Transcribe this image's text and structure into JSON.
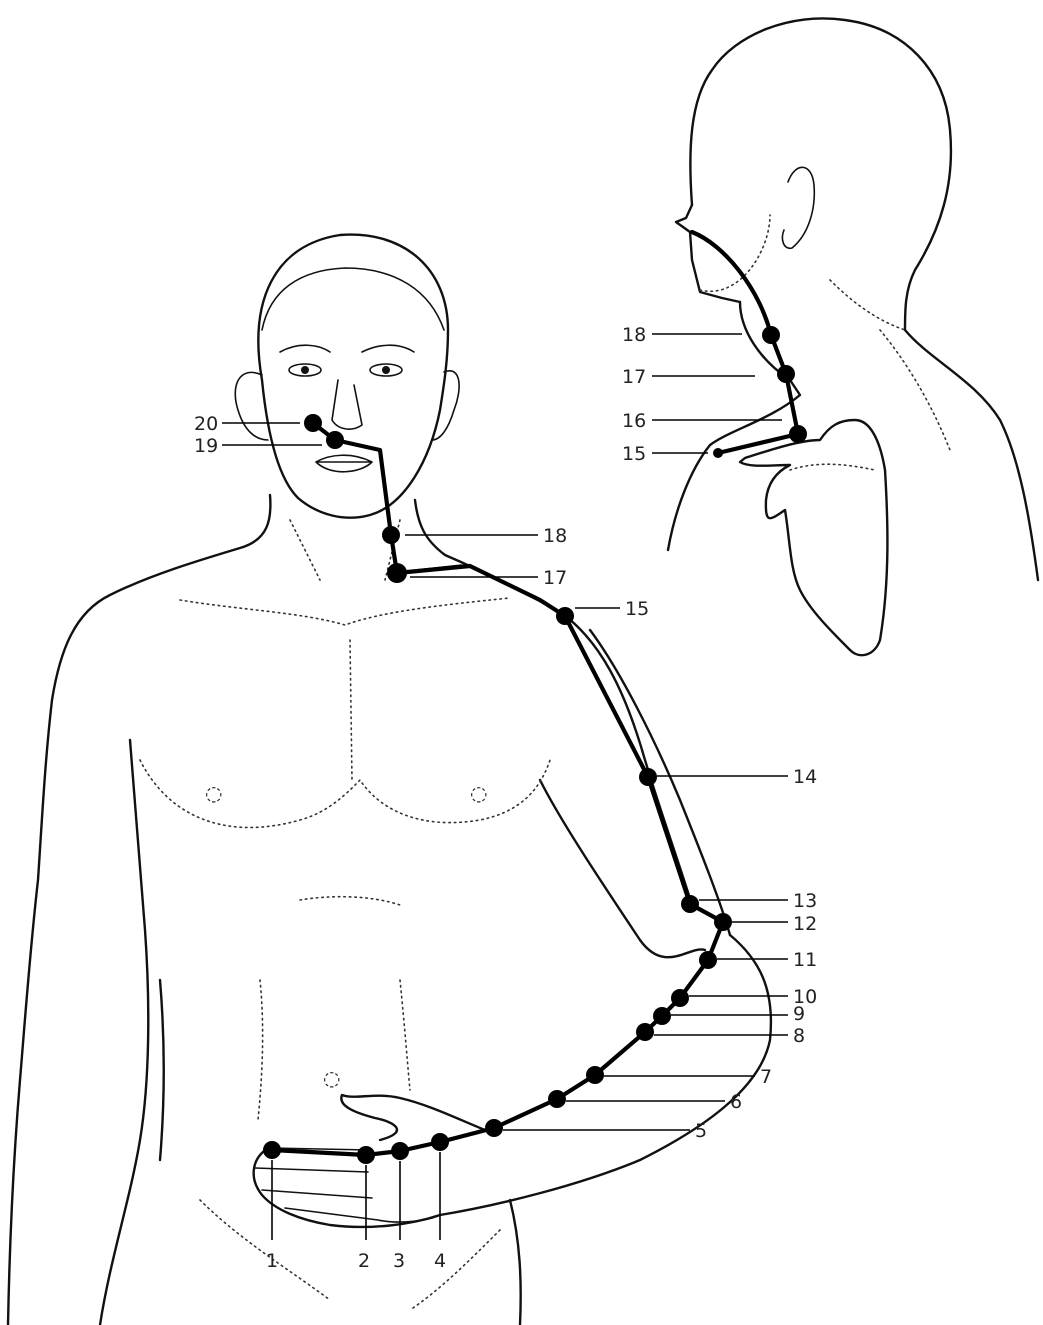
{
  "figure": {
    "front_view_labels": [
      "1",
      "2",
      "3",
      "4",
      "5",
      "6",
      "7",
      "8",
      "9",
      "10",
      "11",
      "12",
      "13",
      "14",
      "15",
      "17",
      "18",
      "19",
      "20"
    ],
    "side_view_labels": [
      "15",
      "16",
      "17",
      "18"
    ]
  },
  "colors": {
    "ink": "#000000",
    "paper": "#ffffff"
  }
}
